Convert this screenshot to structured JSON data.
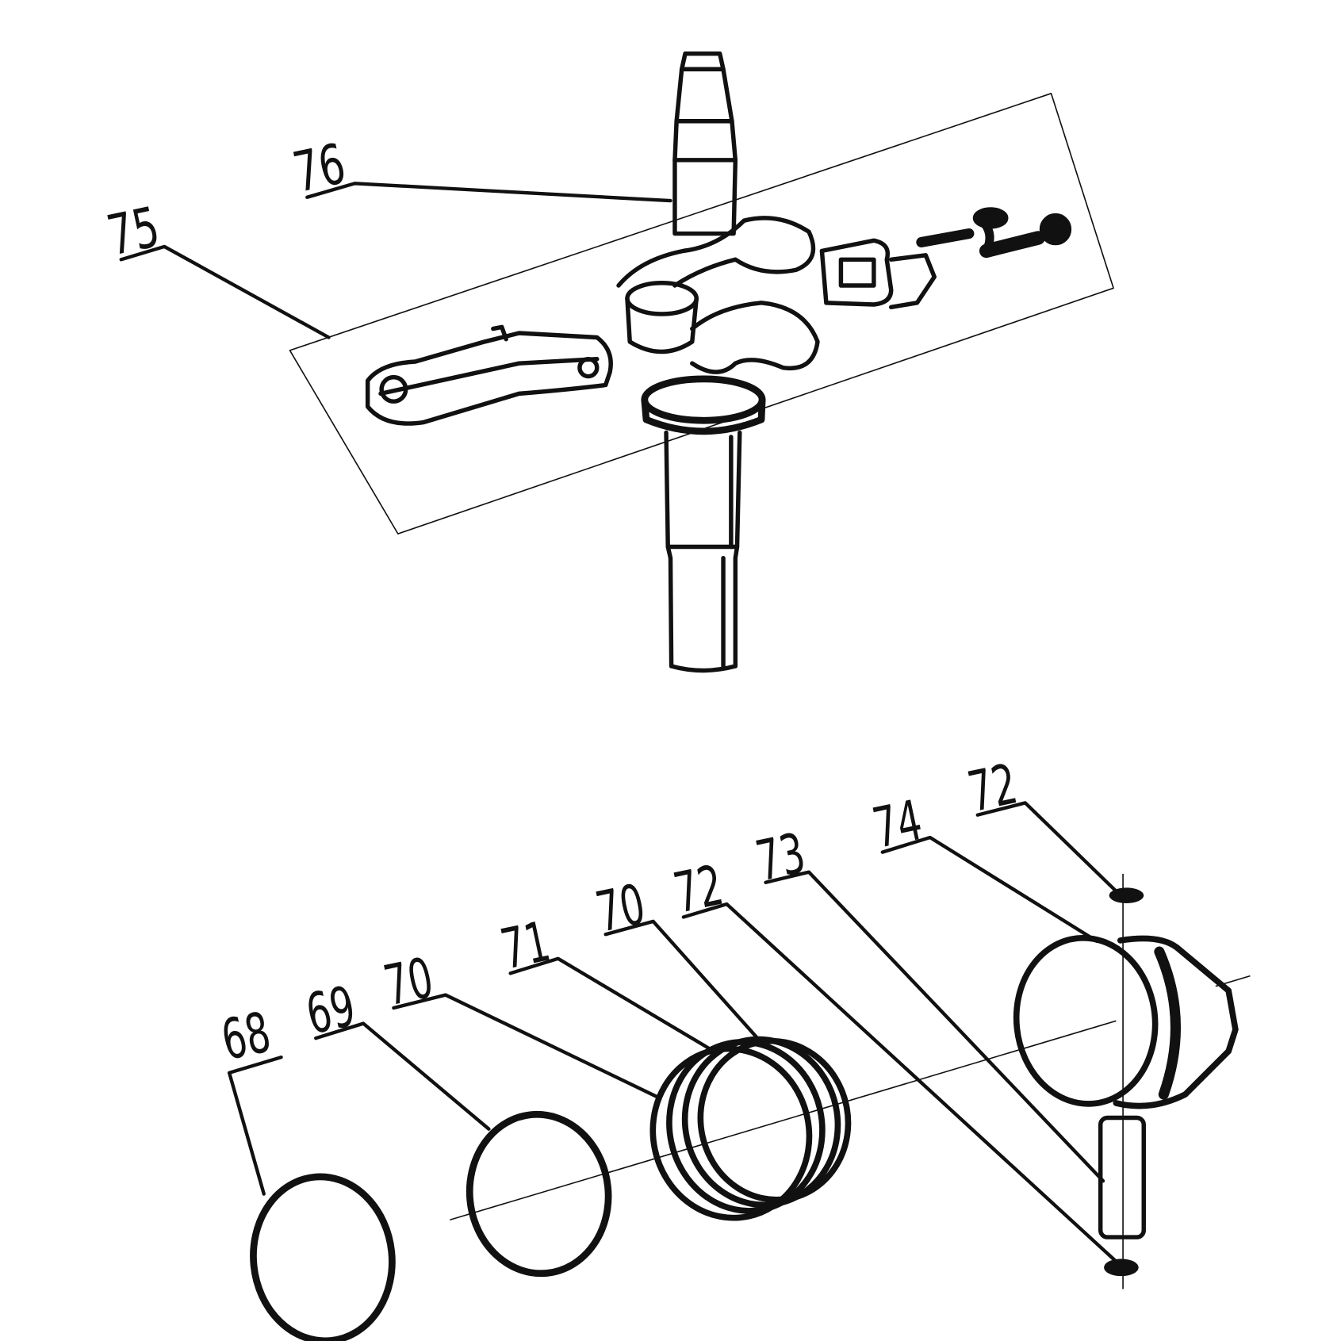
{
  "diagram": {
    "type": "exploded parts diagram",
    "ink_color": "#111111",
    "callouts": {
      "c75": "75",
      "c76": "76",
      "c68": "68",
      "c69": "69",
      "c70a": "70",
      "c71": "71",
      "c70b": "70",
      "c72a": "72",
      "c73": "73",
      "c74": "74",
      "c72b": "72"
    }
  }
}
